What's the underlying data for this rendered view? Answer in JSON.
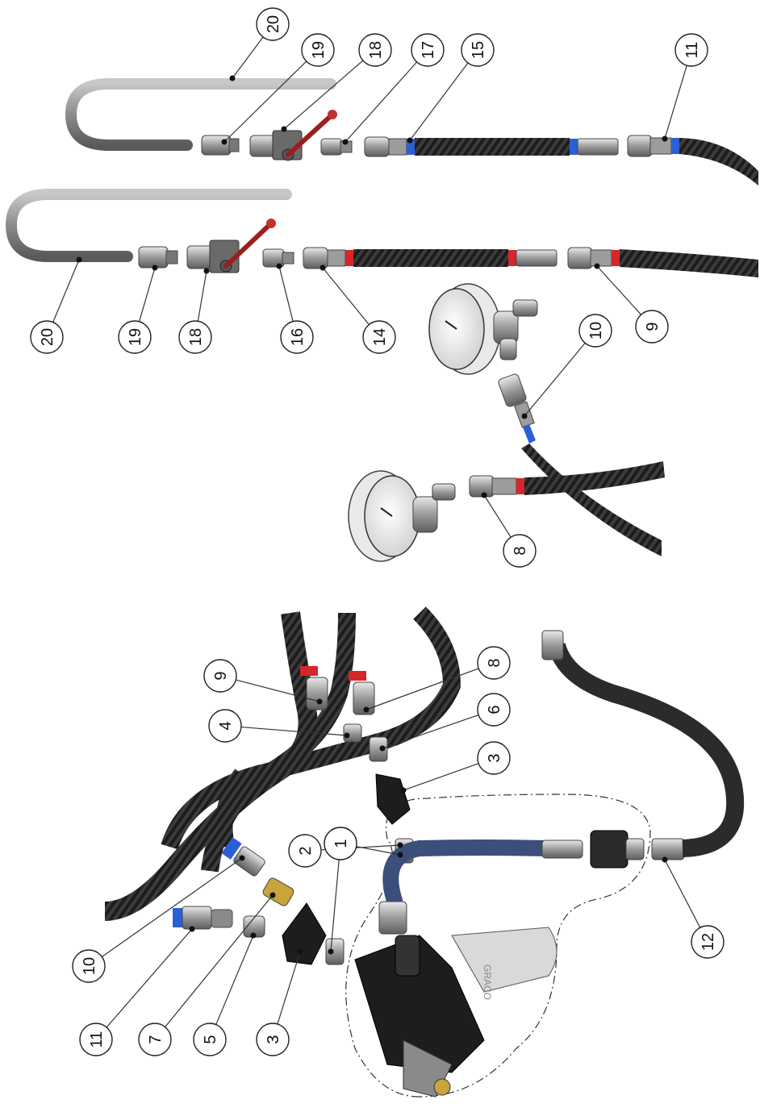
{
  "colors": {
    "hose_dark": "#1f1f1f",
    "hose_weave": "#4a4a4a",
    "band_red": "#d7262b",
    "band_blue": "#2c5fd6",
    "metal": "#b9b9b9",
    "metal_dark": "#6e6e6e",
    "valve_handle": "#9a1f1f",
    "gun_body": "#1d1d1d",
    "gun_grip": "#d9d9d9",
    "air_hose": "#3b4f7a",
    "pipe": "#8a8a8a"
  },
  "callouts": {
    "c20a": "20",
    "c19a": "19",
    "c18a": "18",
    "c17": "17",
    "c15": "15",
    "c11a": "11",
    "c20b": "20",
    "c19b": "19",
    "c18b": "18",
    "c16": "16",
    "c14": "14",
    "c10a": "10",
    "c9a": "9",
    "c8a": "8",
    "c9b": "9",
    "c8b": "8",
    "c4": "4",
    "c6": "6",
    "c3a": "3",
    "c2": "2",
    "c1a": "1",
    "c1b": "1",
    "c10b": "10",
    "c11b": "11",
    "c7": "7",
    "c5": "5",
    "c3b": "3",
    "c12": "12"
  },
  "gun_label": "GRACO"
}
